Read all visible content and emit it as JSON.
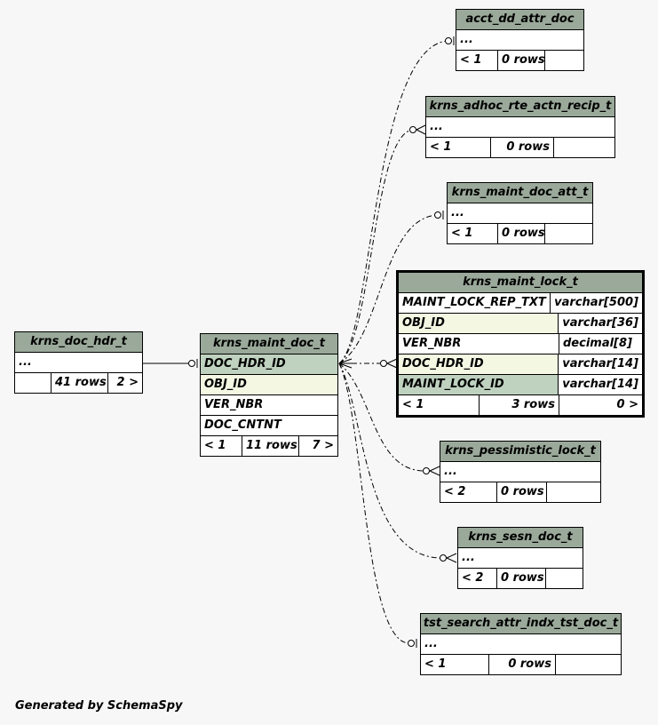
{
  "footer": "Generated by SchemaSpy",
  "tables": {
    "acct": {
      "name": "acct_dd_attr_doc",
      "ellipsis": "...",
      "parents": "< 1",
      "rows": "0 rows",
      "children": ""
    },
    "adhoc": {
      "name": "krns_adhoc_rte_actn_recip_t",
      "ellipsis": "...",
      "parents": "< 1",
      "rows": "0 rows",
      "children": ""
    },
    "att": {
      "name": "krns_maint_doc_att_t",
      "ellipsis": "...",
      "parents": "< 1",
      "rows": "0 rows",
      "children": ""
    },
    "lock": {
      "name": "krns_maint_lock_t",
      "columns": [
        {
          "name": "MAINT_LOCK_REP_TXT",
          "type": "varchar[500]"
        },
        {
          "name": "OBJ_ID",
          "type": "varchar[36]"
        },
        {
          "name": "VER_NBR",
          "type": "decimal[8]"
        },
        {
          "name": "DOC_HDR_ID",
          "type": "varchar[14]"
        },
        {
          "name": "MAINT_LOCK_ID",
          "type": "varchar[14]"
        }
      ],
      "parents": "< 1",
      "rows": "3 rows",
      "children": "0 >"
    },
    "hdr": {
      "name": "krns_doc_hdr_t",
      "ellipsis": "...",
      "parents": "",
      "rows": "41 rows",
      "children": "2 >"
    },
    "maint": {
      "name": "krns_maint_doc_t",
      "columns": [
        "DOC_HDR_ID",
        "OBJ_ID",
        "VER_NBR",
        "DOC_CNTNT"
      ],
      "parents": "< 1",
      "rows": "11 rows",
      "children": "7 >"
    },
    "pess": {
      "name": "krns_pessimistic_lock_t",
      "ellipsis": "...",
      "parents": "< 2",
      "rows": "0 rows",
      "children": ""
    },
    "sesn": {
      "name": "krns_sesn_doc_t",
      "ellipsis": "...",
      "parents": "< 2",
      "rows": "0 rows",
      "children": ""
    },
    "tst": {
      "name": "tst_search_attr_indx_tst_doc_t",
      "ellipsis": "...",
      "parents": "< 1",
      "rows": "0 rows",
      "children": ""
    }
  }
}
